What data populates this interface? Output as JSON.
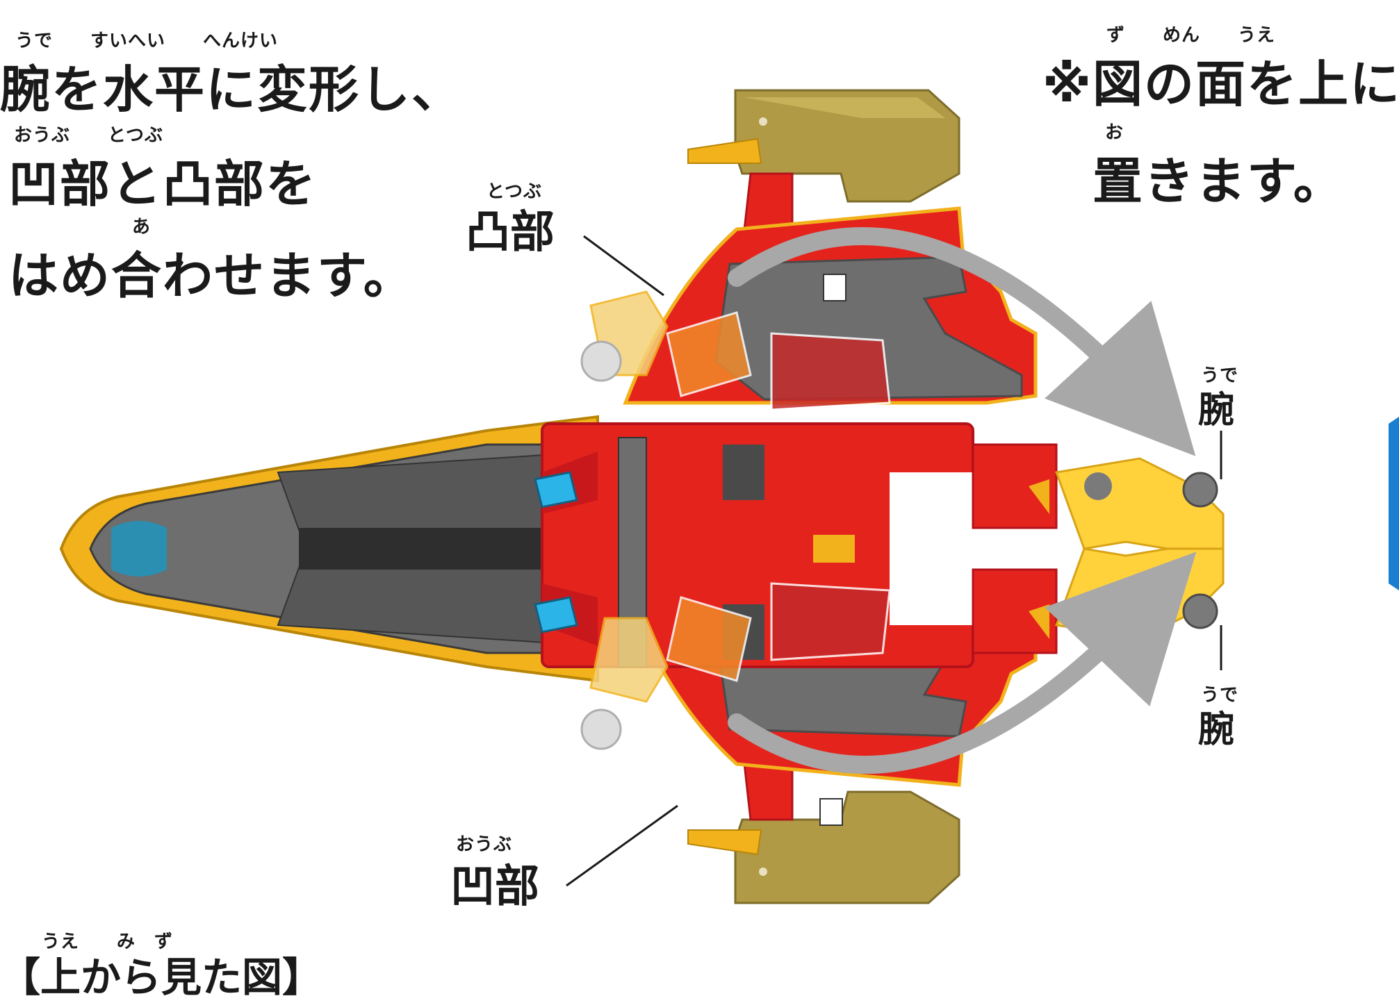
{
  "instruction": {
    "line1_ruby": "うで　　すいへい　　へんけい",
    "line1": "腕を水平に変形し、",
    "line2_ruby": "おうぶ　　とつぶ",
    "line2": "凹部と凸部を",
    "line3_ruby": "あ",
    "line3": "はめ合わせます。"
  },
  "note": {
    "line1_ruby": "ず　　めん　　うえ",
    "line1": "※図の面を上に",
    "line2_ruby": "お",
    "line2": "置きます。"
  },
  "labels": {
    "convex_ruby": "とつぶ",
    "convex": "凸部",
    "concave_ruby": "おうぶ",
    "concave": "凹部",
    "arm_ruby": "うで",
    "arm": "腕"
  },
  "view_caption": {
    "ruby": "うえ　　み　ず",
    "text": "【上から見た図】"
  },
  "colors": {
    "red": "#e5231d",
    "dark_red": "#b3121a",
    "gold": "#f2b21b",
    "yellow": "#ffd23c",
    "gray": "#6e6e6e",
    "dark_gray": "#4a4a4a",
    "olive": "#b09a45",
    "cyan": "#2bb4e8",
    "arrow_gray": "#a8a8a8",
    "accent_blue": "#1a7fd0"
  }
}
